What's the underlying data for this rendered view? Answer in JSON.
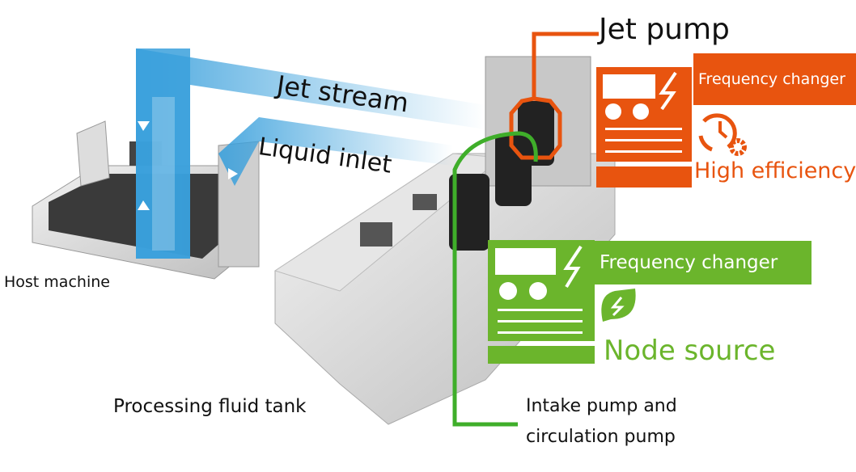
{
  "labels": {
    "jet_pump": "Jet pump",
    "jet_stream": "Jet stream",
    "liquid_inlet": "Liquid inlet",
    "host_machine": "Host machine",
    "processing_fluid_tank": "Processing fluid tank",
    "intake_pump_line1": "Intake pump and",
    "intake_pump_line2": "circulation pump"
  },
  "jet_pump_panel": {
    "tag": "Frequency changer",
    "feature": "High efficiency",
    "feature_icon": "clock-gear-icon",
    "color": "#e8540f"
  },
  "intake_pump_panel": {
    "tag": "Frequency changer",
    "feature": "Node source",
    "feature_icon": "leaf-lightning-icon",
    "color": "#6bb52c"
  },
  "stream_color": "#3aa0dc"
}
